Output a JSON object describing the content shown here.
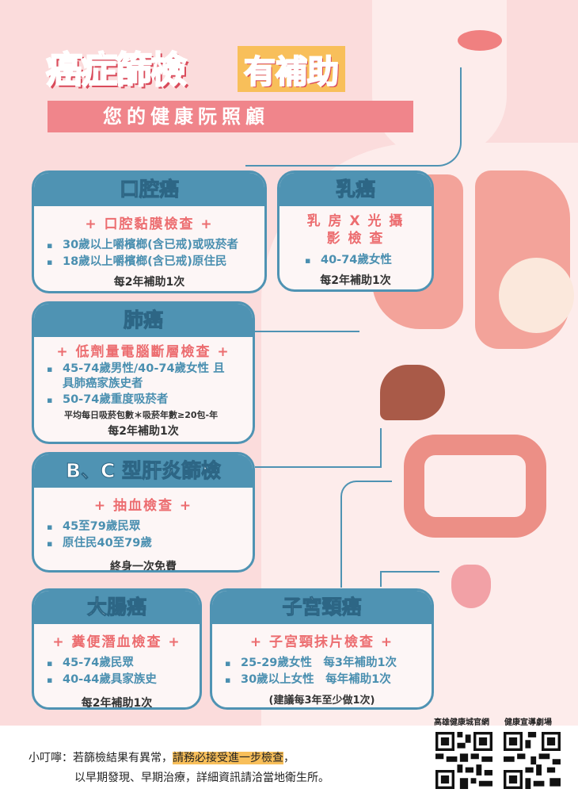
{
  "header": {
    "title_main": "癌症篩檢",
    "title_accent": "有補助",
    "subtitle": "您的健康阮照顧"
  },
  "colors": {
    "card_blue": "#4f93b3",
    "pink": "#ec6d70",
    "accent_orange": "#f8bf5a",
    "background_pink": "#fbdcdc"
  },
  "cards": [
    {
      "title": "口腔癌",
      "test": "+ 口腔黏膜檢查 +",
      "items": [
        "30歲以上嚼檳榔(含已戒)或吸菸者",
        "18歲以上嚼檳榔(含已戒)原住民"
      ],
      "subsidy": "每2年補助1次"
    },
    {
      "title": "乳癌",
      "test": "乳 房 X 光 攝 影 檢 查",
      "items": [
        "40-74歲女性"
      ],
      "subsidy": "每2年補助1次"
    },
    {
      "title": "肺癌",
      "test": "+ 低劑量電腦斷層檢查 +",
      "items": [
        "45-74歲男性/40-74歲女性 且具肺癌家族史者",
        "50-74歲重度吸菸者"
      ],
      "note": "平均每日吸菸包數＊吸菸年數≥20包-年",
      "subsidy": "每2年補助1次"
    },
    {
      "title": "B、C 型肝炎篩檢",
      "test": "+ 抽血檢查 +",
      "items": [
        "45至79歲民眾",
        "原住民40至79歲"
      ],
      "subsidy": "終身一次免費"
    },
    {
      "title": "大腸癌",
      "test": "+ 糞便潛血檢查 +",
      "items": [
        "45-74歲民眾",
        "40-44歲具家族史"
      ],
      "subsidy": "每2年補助1次"
    },
    {
      "title": "子宮頸癌",
      "test": "+ 子宮頸抹片檢查 +",
      "items": [
        "25-29歲女性　每3年補助1次",
        "30歲以上女性　每年補助1次"
      ],
      "subsidy": "(建議每3年至少做1次)"
    }
  ],
  "footer": {
    "prefix": "小叮嚀：若篩檢結果有異常，",
    "highlight": "請務必接受進一步檢查",
    "suffix": "，",
    "line2": "以早期發現、早期治療，詳細資訊請洽當地衛生所。"
  },
  "qr": [
    {
      "label": "高雄健康城官網"
    },
    {
      "label": "健康宣導劇場"
    }
  ]
}
